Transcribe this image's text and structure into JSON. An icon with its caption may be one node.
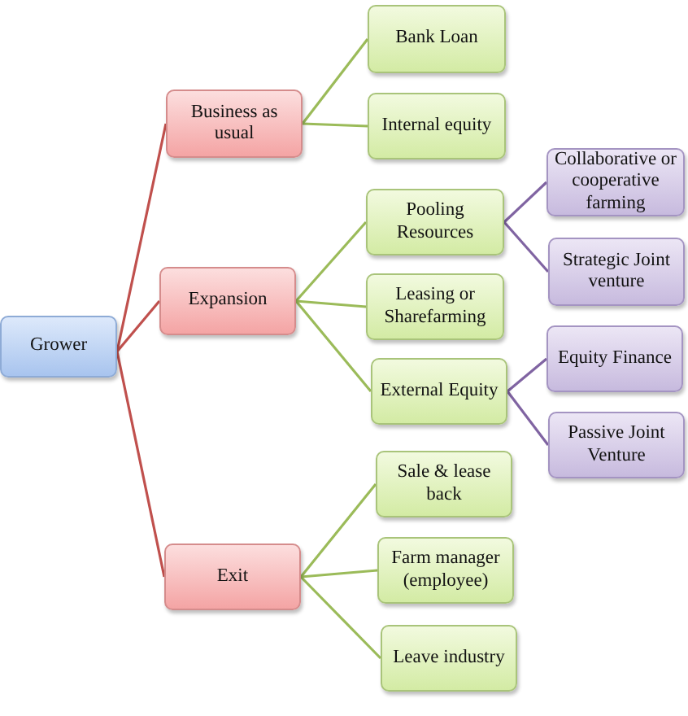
{
  "diagram": {
    "nodes": [
      {
        "text": [
          "Grower"
        ]
      },
      {
        "text": [
          "Business as usual"
        ]
      },
      {
        "text": [
          "Bank Loan"
        ]
      },
      {
        "text": [
          "Internal equity"
        ]
      },
      {
        "text": [
          "Expansion"
        ]
      },
      {
        "text": [
          "Pooling Resources"
        ]
      },
      {
        "text": [
          "Collaborative or cooperative farming"
        ]
      },
      {
        "text": [
          "Strategic Joint venture"
        ]
      },
      {
        "text": [
          "Leasing or Sharefarming"
        ]
      },
      {
        "text": [
          "External Equity"
        ]
      },
      {
        "text": [
          "Equity Finance"
        ]
      },
      {
        "text": [
          "Passive Joint Venture"
        ]
      },
      {
        "text": [
          "Exit"
        ]
      },
      {
        "text": [
          "Sale & lease back"
        ]
      },
      {
        "text": [
          "Farm manager (employee)"
        ]
      },
      {
        "text": [
          "Leave industry"
        ]
      }
    ],
    "edges": [
      {
        "from": 0,
        "to": 1,
        "arrow": "none",
        "color": "#c0504d"
      },
      {
        "from": 0,
        "to": 4,
        "arrow": "none",
        "color": "#c0504d"
      },
      {
        "from": 0,
        "to": 12,
        "arrow": "none",
        "color": "#c0504d"
      },
      {
        "from": 1,
        "to": 2,
        "arrow": "none"
      },
      {
        "from": 1,
        "to": 3,
        "arrow": "none"
      },
      {
        "from": 4,
        "to": 5,
        "arrow": "none"
      },
      {
        "from": 4,
        "to": 8,
        "arrow": "none"
      },
      {
        "from": 4,
        "to": 9,
        "arrow": "none"
      },
      {
        "from": 5,
        "to": 6,
        "arrow": "none",
        "color": "#8064a2"
      },
      {
        "from": 5,
        "to": 7,
        "arrow": "none",
        "color": "#8064a2"
      },
      {
        "from": 9,
        "to": 10,
        "arrow": "none",
        "color": "#8064a2"
      },
      {
        "from": 9,
        "to": 11,
        "arrow": "none",
        "color": "#8064a2"
      },
      {
        "from": 12,
        "to": 13,
        "arrow": "none"
      },
      {
        "from": 12,
        "to": 14,
        "arrow": "none"
      },
      {
        "from": 12,
        "to": 15,
        "arrow": "none"
      }
    ]
  }
}
